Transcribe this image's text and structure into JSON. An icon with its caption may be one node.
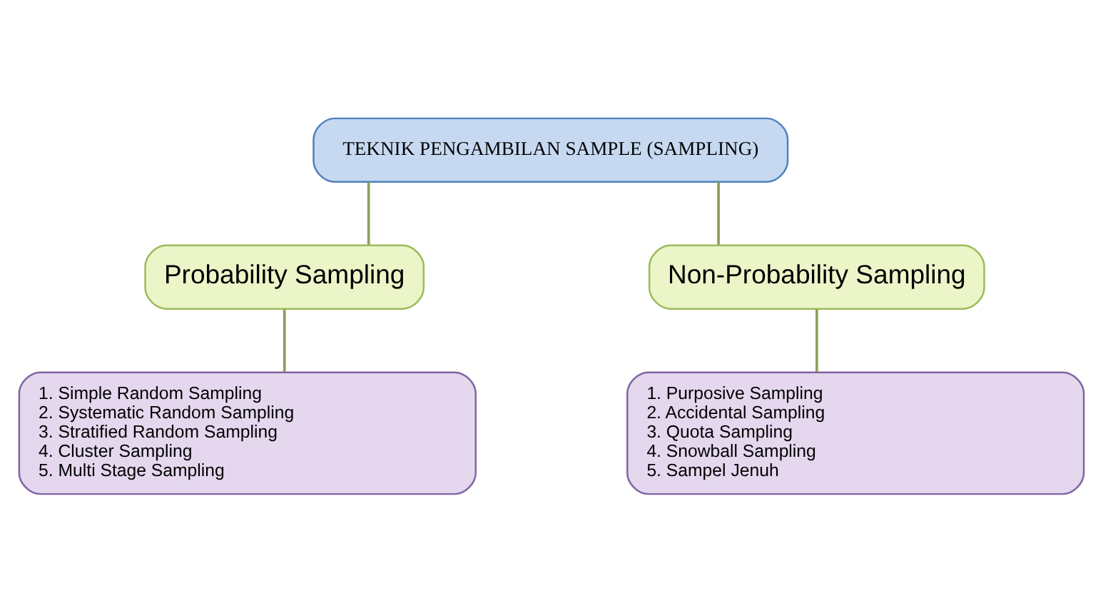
{
  "diagram": {
    "nodes": [
      {
        "text": [
          "TEKNIK PENGAMBILAN SAMPLE (SAMPLING)"
        ]
      },
      {
        "text": [
          "Probability Sampling"
        ]
      },
      {
        "text": [
          "Non-Probability Sampling"
        ]
      },
      {
        "text": [
          "1. Simple Random Sampling",
          "2. Systematic Random Sampling",
          "3. Stratified Random Sampling",
          "4. Cluster Sampling",
          "5. Multi Stage Sampling"
        ]
      },
      {
        "text": [
          "1. Purposive Sampling",
          "2. Accidental Sampling",
          "3. Quota Sampling",
          "4. Snowball Sampling",
          "5. Sampel Jenuh"
        ]
      }
    ],
    "edges": [
      {
        "from": 0,
        "to": 1,
        "arrow": "none"
      },
      {
        "from": 0,
        "to": 2,
        "arrow": "none"
      },
      {
        "from": 1,
        "to": 3,
        "arrow": "none"
      },
      {
        "from": 2,
        "to": 4,
        "arrow": "none"
      }
    ]
  }
}
